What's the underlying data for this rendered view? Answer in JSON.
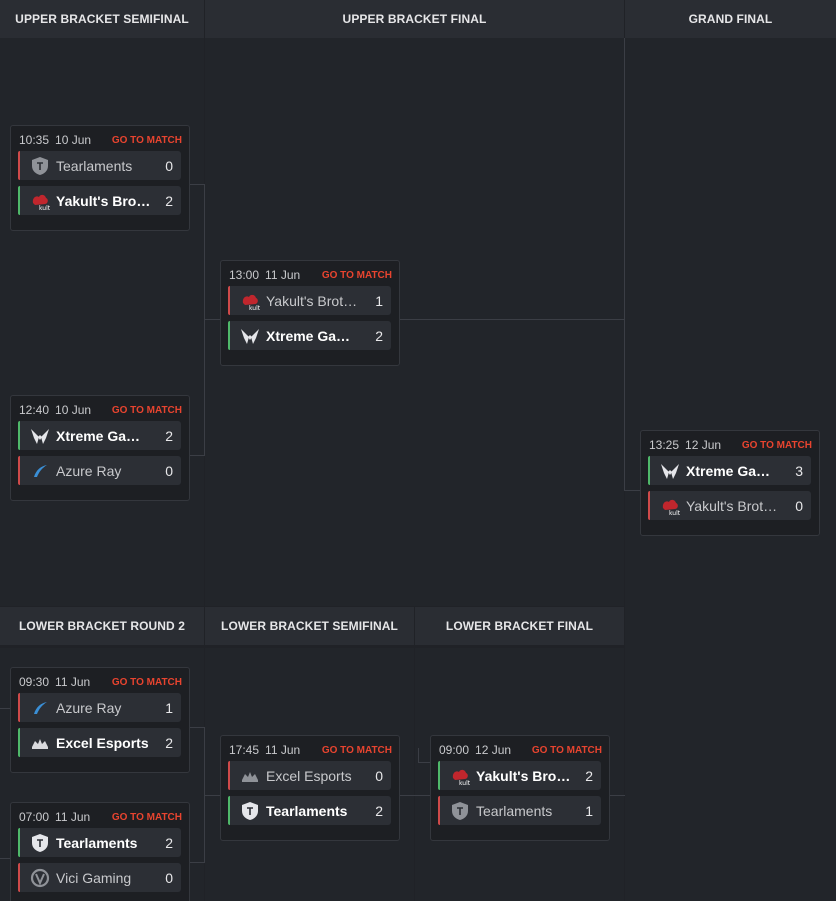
{
  "stages": {
    "ub_semifinal": "UPPER BRACKET SEMIFINAL",
    "ub_final": "UPPER BRACKET FINAL",
    "grand_final": "GRAND FINAL",
    "lb_round2": "LOWER BRACKET ROUND 2",
    "lb_semifinal": "LOWER BRACKET SEMIFINAL",
    "lb_final": "LOWER BRACKET FINAL"
  },
  "colors": {
    "win": "#4fb86a",
    "lose": "#cf4a4a",
    "link": "#e8442f"
  },
  "matches": {
    "ubsf1": {
      "time": "10:35",
      "date": "10 Jun",
      "link": "GO TO MATCH",
      "t1": {
        "name": "Tearlaments",
        "score": "0",
        "icon": "tearlaments-icon"
      },
      "t2": {
        "name": "Yakult's Brot…",
        "score": "2",
        "icon": "yakult-icon"
      }
    },
    "ubsf2": {
      "time": "12:40",
      "date": "10 Jun",
      "link": "GO TO MATCH",
      "t1": {
        "name": "Xtreme Gam…",
        "score": "2",
        "icon": "xtreme-icon"
      },
      "t2": {
        "name": "Azure Ray",
        "score": "0",
        "icon": "azure-ray-icon"
      }
    },
    "ubf": {
      "time": "13:00",
      "date": "11 Jun",
      "link": "GO TO MATCH",
      "t1": {
        "name": "Yakult's Brot…",
        "score": "1",
        "icon": "yakult-icon"
      },
      "t2": {
        "name": "Xtreme Gam…",
        "score": "2",
        "icon": "xtreme-icon"
      }
    },
    "gf": {
      "time": "13:25",
      "date": "12 Jun",
      "link": "GO TO MATCH",
      "t1": {
        "name": "Xtreme Gam…",
        "score": "3",
        "icon": "xtreme-icon"
      },
      "t2": {
        "name": "Yakult's Brot…",
        "score": "0",
        "icon": "yakult-icon"
      }
    },
    "lbr2a": {
      "time": "09:30",
      "date": "11 Jun",
      "link": "GO TO MATCH",
      "t1": {
        "name": "Azure Ray",
        "score": "1",
        "icon": "azure-ray-icon"
      },
      "t2": {
        "name": "Excel Esports",
        "score": "2",
        "icon": "excel-icon"
      }
    },
    "lbr2b": {
      "time": "07:00",
      "date": "11 Jun",
      "link": "GO TO MATCH",
      "t1": {
        "name": "Tearlaments",
        "score": "2",
        "icon": "tearlaments-icon"
      },
      "t2": {
        "name": "Vici Gaming",
        "score": "0",
        "icon": "vici-icon"
      }
    },
    "lbsf": {
      "time": "17:45",
      "date": "11 Jun",
      "link": "GO TO MATCH",
      "t1": {
        "name": "Excel Esports",
        "score": "0",
        "icon": "excel-icon"
      },
      "t2": {
        "name": "Tearlaments",
        "score": "2",
        "icon": "tearlaments-icon"
      }
    },
    "lbf": {
      "time": "09:00",
      "date": "12 Jun",
      "link": "GO TO MATCH",
      "t1": {
        "name": "Yakult's Brot…",
        "score": "2",
        "icon": "yakult-icon"
      },
      "t2": {
        "name": "Tearlaments",
        "score": "1",
        "icon": "tearlaments-icon"
      }
    }
  }
}
